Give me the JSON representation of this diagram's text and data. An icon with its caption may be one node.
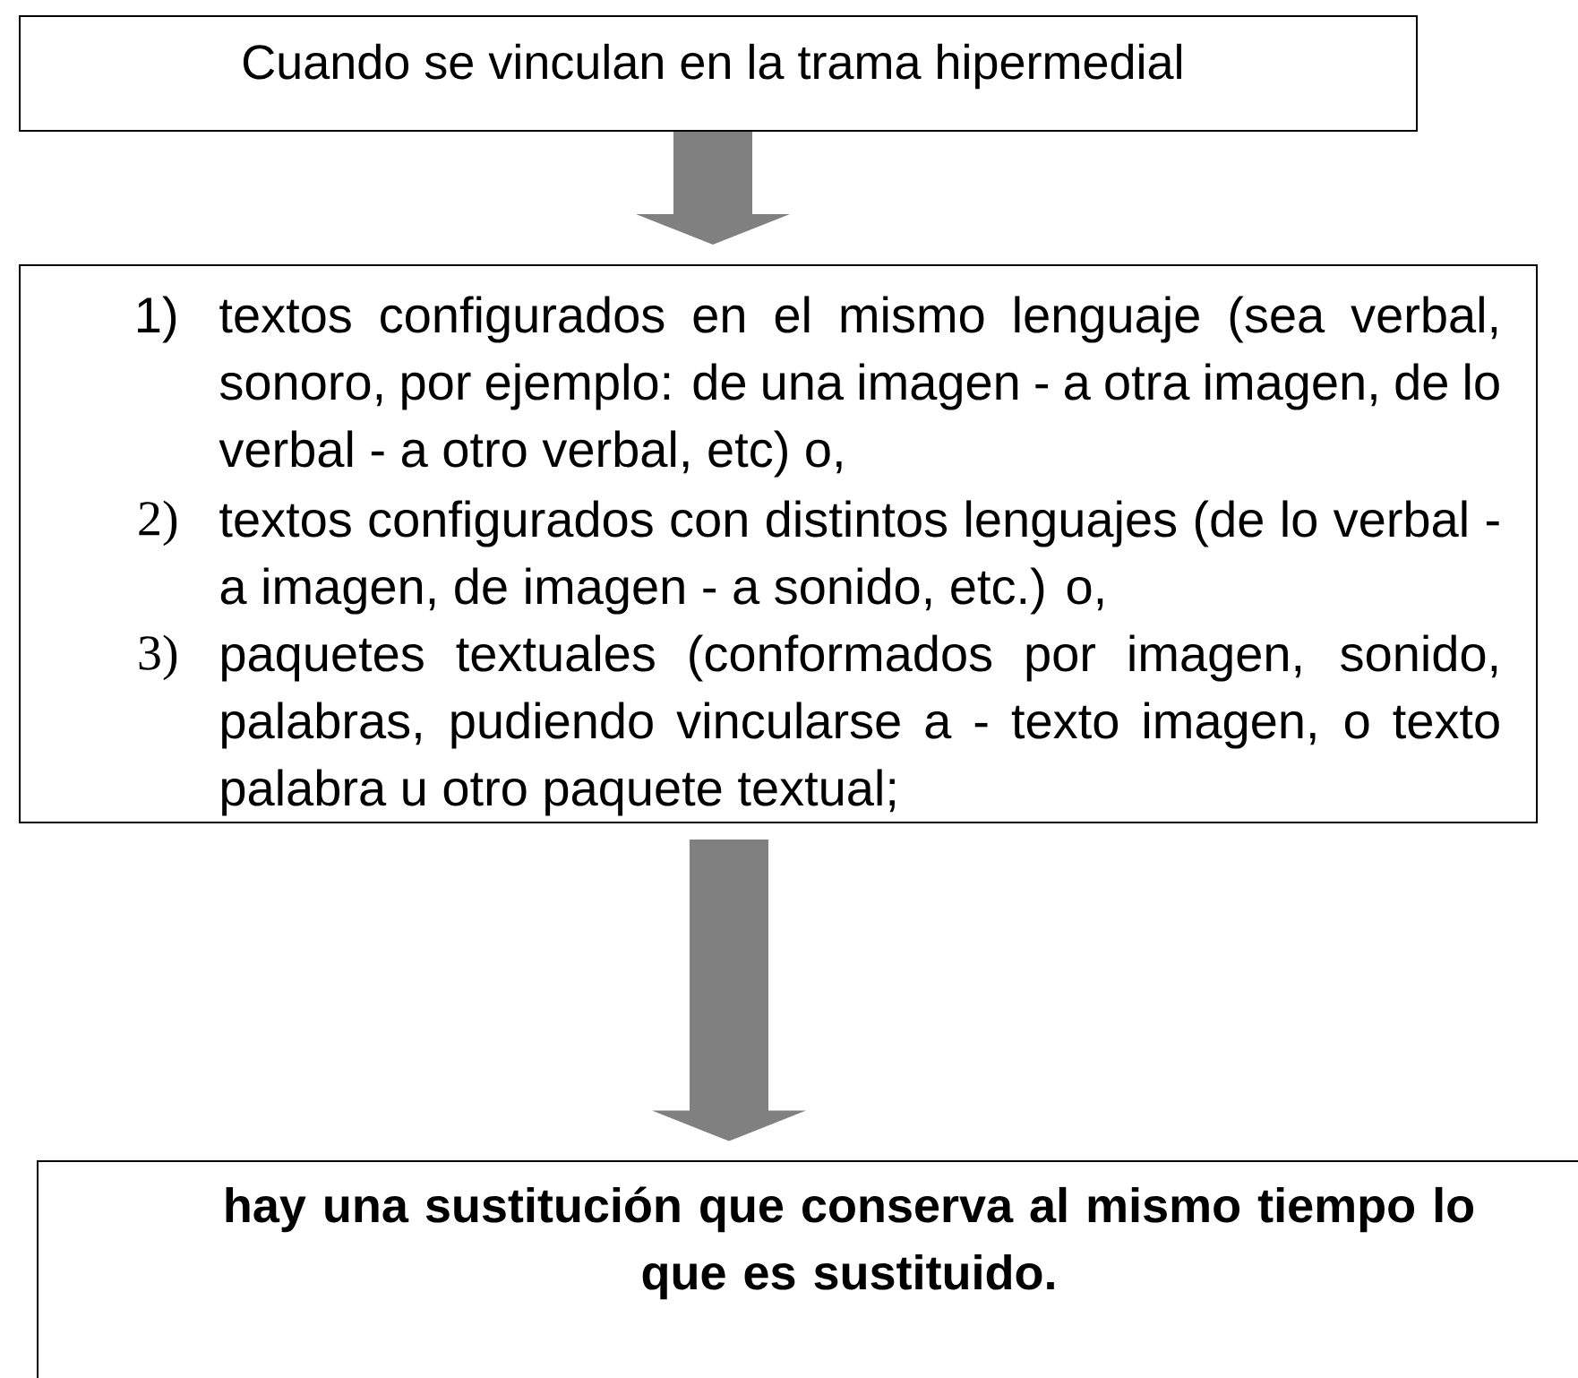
{
  "diagram": {
    "nodes": [
      {
        "text": [
          "Cuando se vinculan en la trama hipermedial"
        ]
      },
      {
        "text": [
          "1)",
          "textos configurados en el mismo lenguaje (sea verbal, sonoro, por ejemplo: de una imagen - a otra imagen, de lo verbal - a otro verbal, etc) o,",
          "2)",
          "textos configurados con distintos lenguajes (de lo verbal - a imagen, de imagen - a sonido, etc.) o,",
          "3)",
          "paquetes textuales (conformados por imagen, sonido, palabras, pudiendo vincularse a - texto imagen, o texto palabra u otro paquete textual;"
        ]
      },
      {
        "text": [
          "hay una sustitución que conserva al mismo tiempo lo que es sustituido."
        ]
      }
    ],
    "edges": [
      {
        "from": 0,
        "to": 1,
        "arrow": "to"
      },
      {
        "from": 1,
        "to": 2,
        "arrow": "to"
      }
    ]
  }
}
